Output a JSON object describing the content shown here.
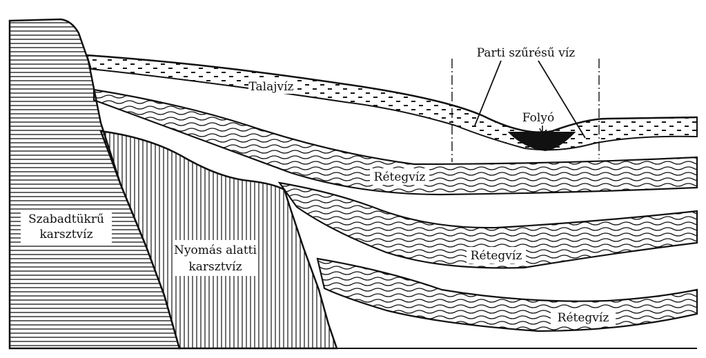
{
  "labels": {
    "bank_filtered_water": "Parti szűrésű víz",
    "groundwater": "Talajvíz",
    "river": "Folyó",
    "layer_water_1": "Rétegvíz",
    "layer_water_2": "Rétegvíz",
    "layer_water_3": "Rétegvíz",
    "free_karst_line1": "Szabadtükrű",
    "free_karst_line2": "karsztvíz",
    "pressured_karst_line1": "Nyomás alatti",
    "pressured_karst_line2": "karsztvíz"
  },
  "colors": {
    "ink": "#111111",
    "paper": "#ffffff"
  }
}
